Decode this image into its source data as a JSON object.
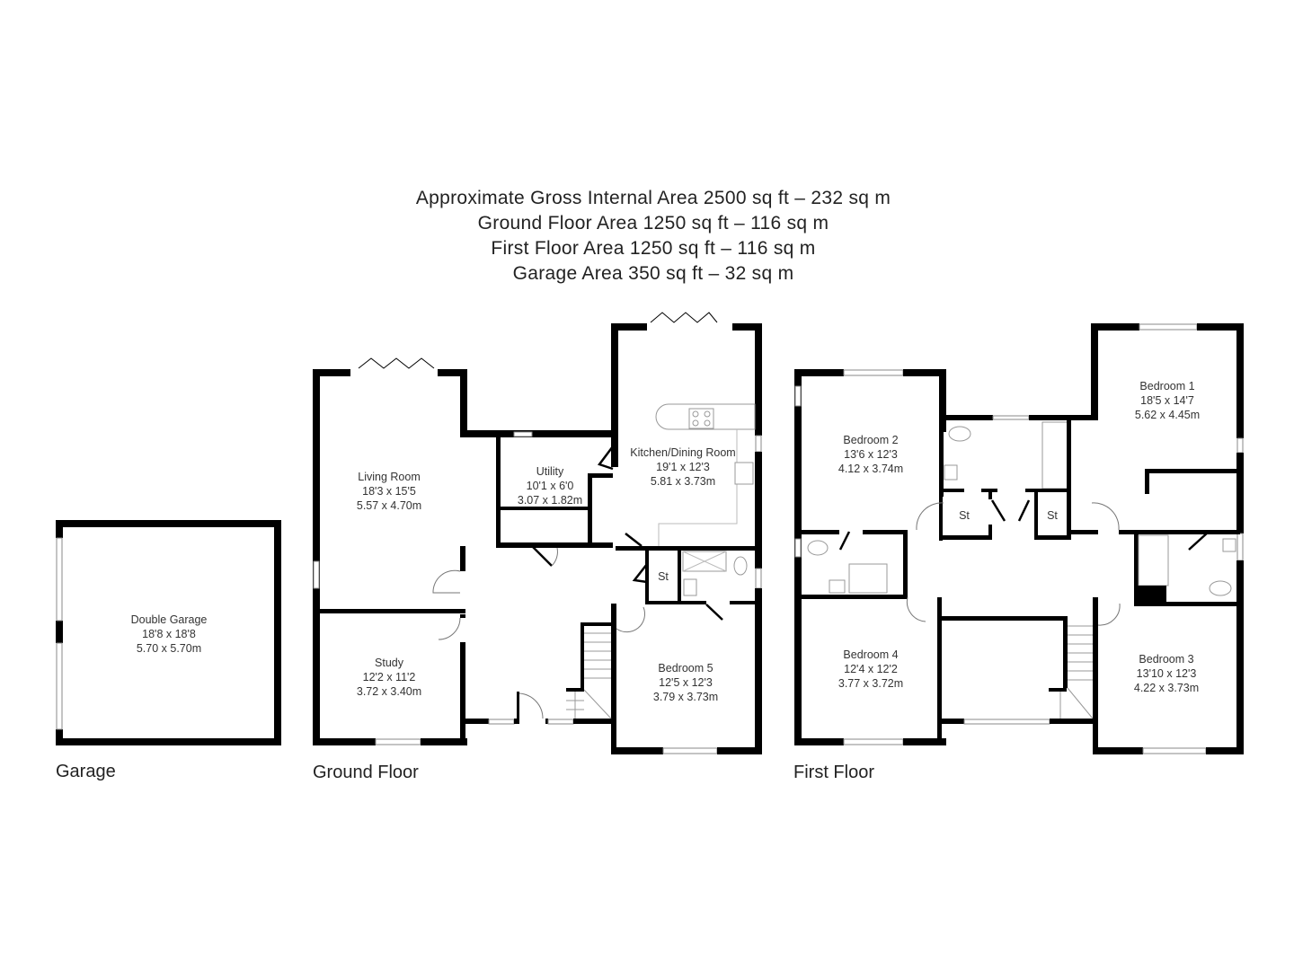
{
  "header": {
    "line1": "Approximate Gross Internal Area 2500 sq ft – 232 sq m",
    "line2": "Ground Floor Area 1250 sq ft – 116 sq m",
    "line3": "First Floor Area 1250 sq ft – 116 sq m",
    "line4": "Garage Area 350 sq ft – 32 sq m"
  },
  "floors": {
    "garage": {
      "label": "Garage"
    },
    "ground": {
      "label": "Ground Floor"
    },
    "first": {
      "label": "First Floor"
    }
  },
  "rooms": {
    "double_garage": {
      "name": "Double Garage",
      "imperial": "18'8 x 18'8",
      "metric": "5.70 x 5.70m"
    },
    "living_room": {
      "name": "Living Room",
      "imperial": "18'3 x 15'5",
      "metric": "5.57 x 4.70m"
    },
    "utility": {
      "name": "Utility",
      "imperial": "10'1 x 6'0",
      "metric": "3.07 x 1.82m"
    },
    "kitchen": {
      "name": "Kitchen/Dining Room",
      "imperial": "19'1 x 12'3",
      "metric": "5.81 x 3.73m"
    },
    "study": {
      "name": "Study",
      "imperial": "12'2 x 11'2",
      "metric": "3.72 x 3.40m"
    },
    "bedroom5": {
      "name": "Bedroom 5",
      "imperial": "12'5 x 12'3",
      "metric": "3.79 x 3.73m"
    },
    "bedroom2": {
      "name": "Bedroom 2",
      "imperial": "13'6 x 12'3",
      "metric": "4.12 x 3.74m"
    },
    "bedroom1": {
      "name": "Bedroom 1",
      "imperial": "18'5 x 14'7",
      "metric": "5.62 x 4.45m"
    },
    "bedroom4": {
      "name": "Bedroom 4",
      "imperial": "12'4 x 12'2",
      "metric": "3.77 x 3.72m"
    },
    "bedroom3": {
      "name": "Bedroom 3",
      "imperial": "13'10 x 12'3",
      "metric": "4.22 x 3.73m"
    }
  },
  "storage": {
    "ground_st": "St",
    "first_st_left": "St",
    "first_st_right": "St"
  }
}
